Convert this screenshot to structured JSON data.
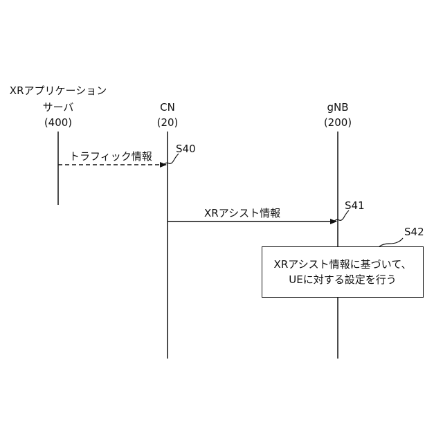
{
  "entities": [
    {
      "name_line1": "XRアプリケーション",
      "name_line2": "サーバ",
      "id": "(400)"
    },
    {
      "name_line1": "CN",
      "name_line2": "",
      "id": "(20)"
    },
    {
      "name_line1": "gNB",
      "name_line2": "",
      "id": "(200)"
    }
  ],
  "messages": [
    {
      "label": "トラフィック情報",
      "step": "S40",
      "style": "dashed"
    },
    {
      "label": "XRアシスト情報",
      "step": "S41",
      "style": "solid"
    }
  ],
  "process": {
    "step": "S42",
    "line1": "XRアシスト情報に基づいて、",
    "line2": "UEに対する設定を行う"
  }
}
